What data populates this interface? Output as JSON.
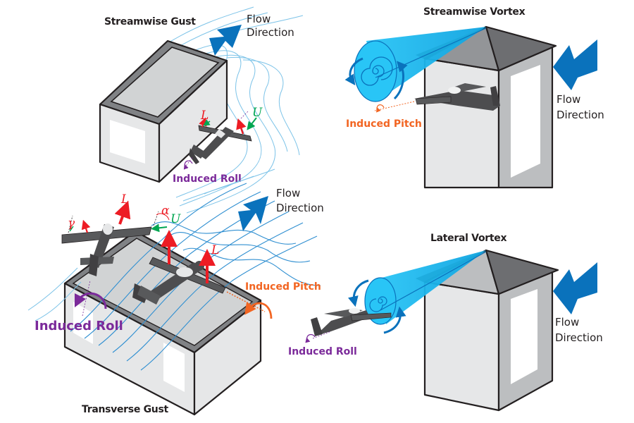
{
  "figure": {
    "panels": [
      {
        "id": "streamwise-gust",
        "title": "Streamwise Gust",
        "flow_label": [
          "Flow",
          "Direction"
        ],
        "effect_label": "Induced Roll",
        "symbols": {
          "lift": "L",
          "velocity": "U"
        }
      },
      {
        "id": "streamwise-vortex",
        "title": "Streamwise Vortex",
        "flow_label": [
          "Flow",
          "Direction"
        ],
        "effect_label": "Induced Pitch"
      },
      {
        "id": "transverse-gust",
        "title": "Transverse Gust",
        "flow_label": [
          "Flow",
          "Direction"
        ],
        "effect_labels": [
          "Induced Roll",
          "Induced Pitch"
        ],
        "symbols": {
          "lift": "L",
          "velocity": "U",
          "angle_alpha": "α",
          "angle_gamma": "γ"
        }
      },
      {
        "id": "lateral-vortex",
        "title": "Lateral Vortex",
        "flow_label": [
          "Flow",
          "Direction"
        ],
        "effect_label": "Induced Roll"
      }
    ],
    "colors": {
      "flow_arrow": "#0a72bc",
      "vortex": "#29c5f6",
      "lift_arrow": "#ed1c24",
      "velocity_arrow": "#00a651",
      "roll": "#7b2a9a",
      "pitch": "#f26522",
      "building_front": "#e6e7e8",
      "building_side": "#bcbec0",
      "roof_dark": "#6d6e71",
      "aircraft": "#4d4d4f"
    }
  }
}
